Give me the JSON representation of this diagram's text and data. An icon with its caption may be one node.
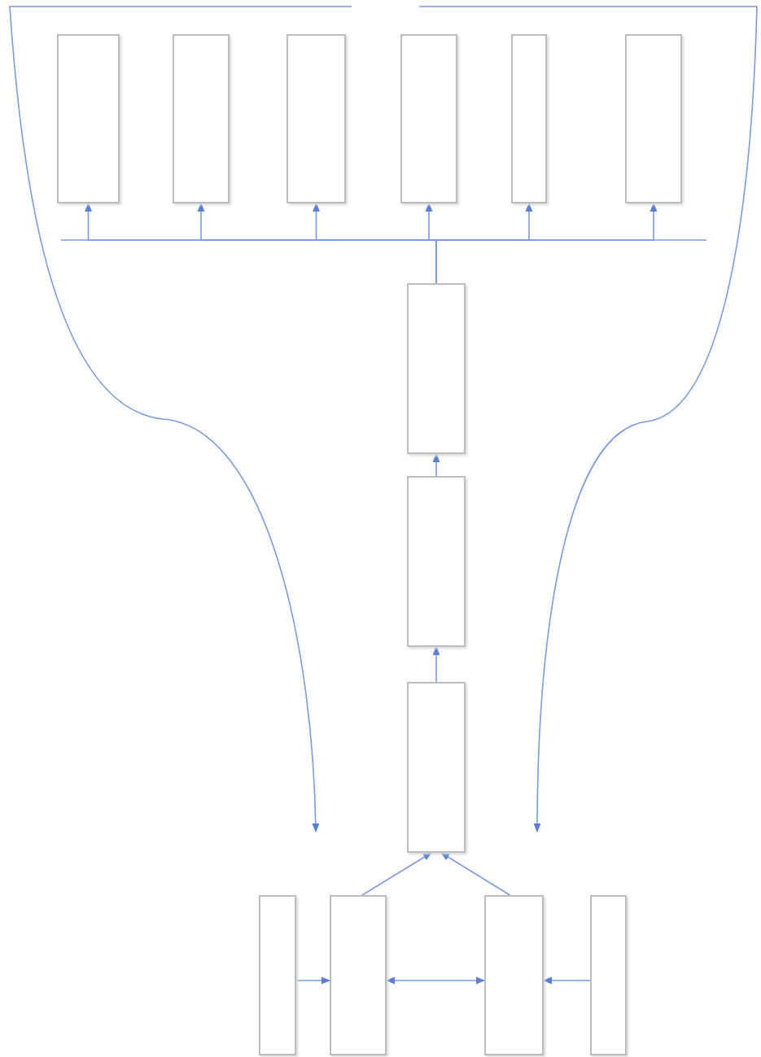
{
  "diagram": {
    "nodes": [
      {
        "text": [],
        "shape": "box"
      },
      {
        "text": [],
        "shape": "box"
      },
      {
        "text": [],
        "shape": "box"
      },
      {
        "text": [],
        "shape": "box"
      },
      {
        "text": [],
        "shape": "box"
      },
      {
        "text": [],
        "shape": "box"
      },
      {
        "text": [],
        "shape": "box"
      },
      {
        "text": [],
        "shape": "box"
      },
      {
        "text": [],
        "shape": "box"
      },
      {
        "text": [],
        "shape": "box"
      },
      {
        "text": [],
        "shape": "box"
      },
      {
        "text": [],
        "shape": "box"
      },
      {
        "text": [],
        "shape": "box"
      }
    ],
    "edges": [
      {
        "from": 6,
        "to": 0,
        "arrow": "to"
      },
      {
        "from": 6,
        "to": 1,
        "arrow": "to"
      },
      {
        "from": 6,
        "to": 2,
        "arrow": "to"
      },
      {
        "from": 6,
        "to": 3,
        "arrow": "to"
      },
      {
        "from": 6,
        "to": 4,
        "arrow": "to"
      },
      {
        "from": 6,
        "to": 5,
        "arrow": "to"
      },
      {
        "from": 7,
        "to": 6,
        "arrow": "to"
      },
      {
        "from": 8,
        "to": 7,
        "arrow": "to"
      },
      {
        "from": 10,
        "to": 8,
        "arrow": "to"
      },
      {
        "from": 11,
        "to": 8,
        "arrow": "to"
      },
      {
        "from": 9,
        "to": 10,
        "arrow": "to"
      },
      {
        "from": 10,
        "to": 11,
        "arrow": "both"
      },
      {
        "from": 12,
        "to": 11,
        "arrow": "to"
      }
    ]
  }
}
